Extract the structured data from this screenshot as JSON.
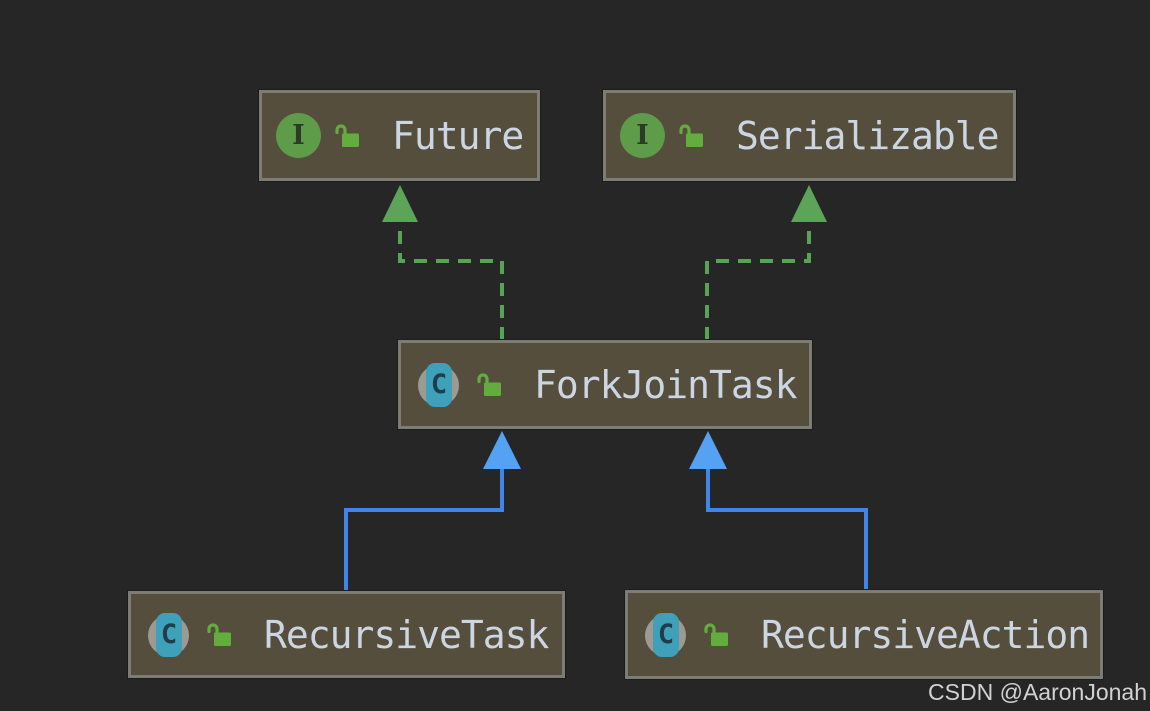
{
  "diagram": {
    "type": "uml-class-hierarchy",
    "nodes": [
      {
        "id": "future",
        "label": "Future",
        "kind": "interface",
        "badge": "I",
        "modifier": "unlocked"
      },
      {
        "id": "serializable",
        "label": "Serializable",
        "kind": "interface",
        "badge": "I",
        "modifier": "unlocked"
      },
      {
        "id": "forkjointask",
        "label": "ForkJoinTask",
        "kind": "abstract-class",
        "badge": "C",
        "modifier": "unlocked"
      },
      {
        "id": "recursivetask",
        "label": "RecursiveTask",
        "kind": "abstract-class",
        "badge": "C",
        "modifier": "unlocked"
      },
      {
        "id": "recursiveaction",
        "label": "RecursiveAction",
        "kind": "abstract-class",
        "badge": "C",
        "modifier": "unlocked"
      }
    ],
    "edges": [
      {
        "from": "ForkJoinTask",
        "to": "Future",
        "type": "realization",
        "style": "dashed",
        "color": "#57a457"
      },
      {
        "from": "ForkJoinTask",
        "to": "Serializable",
        "type": "realization",
        "style": "dashed",
        "color": "#57a457"
      },
      {
        "from": "RecursiveTask",
        "to": "ForkJoinTask",
        "type": "generalization",
        "style": "solid",
        "color": "#4285e8"
      },
      {
        "from": "RecursiveAction",
        "to": "ForkJoinTask",
        "type": "generalization",
        "style": "solid",
        "color": "#4285e8"
      }
    ],
    "colors": {
      "background": "#262626",
      "node_fill": "#554e3d",
      "node_border": "#7d7d75",
      "label_text": "#ccd6e2",
      "interface_badge_green": "#5f9c49",
      "abstract_badge_teal": "#3fa0ba",
      "lock_green": "#63ad3f",
      "realization_green": "#57a457",
      "realization_arrowhead": "#5ca558",
      "generalization_blue": "#4285e8",
      "generalization_arrowhead": "#55a1f4"
    },
    "icons": {
      "interface_badge": "I",
      "class_badge": "C"
    }
  },
  "watermark": {
    "text": "CSDN @AaronJonah"
  }
}
